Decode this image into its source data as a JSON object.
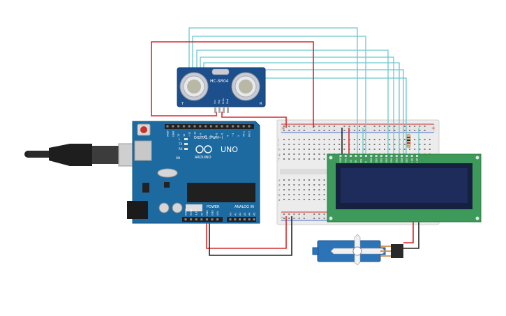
{
  "sensor": {
    "model": "HC-SR04",
    "pin_labels": [
      "Vcc",
      "Trig",
      "Echo",
      "Gnd"
    ],
    "corner_t": "T",
    "corner_r": "R"
  },
  "arduino": {
    "brand": "ARDUINO",
    "model": "UNO",
    "digital_header": "DIGITAL (PWM~)",
    "power_header": "POWER",
    "analog_header": "ANALOG IN",
    "tx": "TX",
    "rx": "RX",
    "l": "L",
    "on": "ON",
    "digital_pins": [
      "AREF",
      "GND",
      "13",
      "12",
      "~11",
      "~10",
      "~9",
      "8",
      "7",
      "~6",
      "~5",
      "4",
      "~3",
      "2",
      "TX 1",
      "RX 0"
    ],
    "power_pins": [
      "IOREF",
      "RESET",
      "3.3V",
      "5V",
      "GND",
      "GND",
      "VIN"
    ],
    "analog_pins": [
      "A0",
      "A1",
      "A2",
      "A3",
      "A4",
      "A5"
    ]
  },
  "breadboard": {
    "row_letters_top": [
      "j",
      "i",
      "h",
      "g",
      "f"
    ],
    "row_letters_bottom": [
      "e",
      "d",
      "c",
      "b",
      "a"
    ],
    "plus": "+",
    "minus": "-"
  },
  "lcd": {
    "pin_labels": [
      "GND",
      "VCC",
      "V0",
      "RS",
      "RW",
      "E",
      "DB0",
      "DB1",
      "DB2",
      "DB3",
      "DB4",
      "DB5",
      "DB6",
      "DB7",
      "LED",
      "LED"
    ]
  },
  "colors": {
    "wire_red": "#d42a2a",
    "wire_black": "#222222",
    "wire_teal": "#6cc6cc",
    "board_blue": "#1d6aa0",
    "sensor_blue": "#1c4f8c",
    "lcd_green": "#3d9a5a",
    "lcd_screen": "#1d2c5a",
    "servo_blue": "#2c73b8"
  },
  "icons": [
    "usb-cable-icon",
    "servo-horn-icon"
  ]
}
